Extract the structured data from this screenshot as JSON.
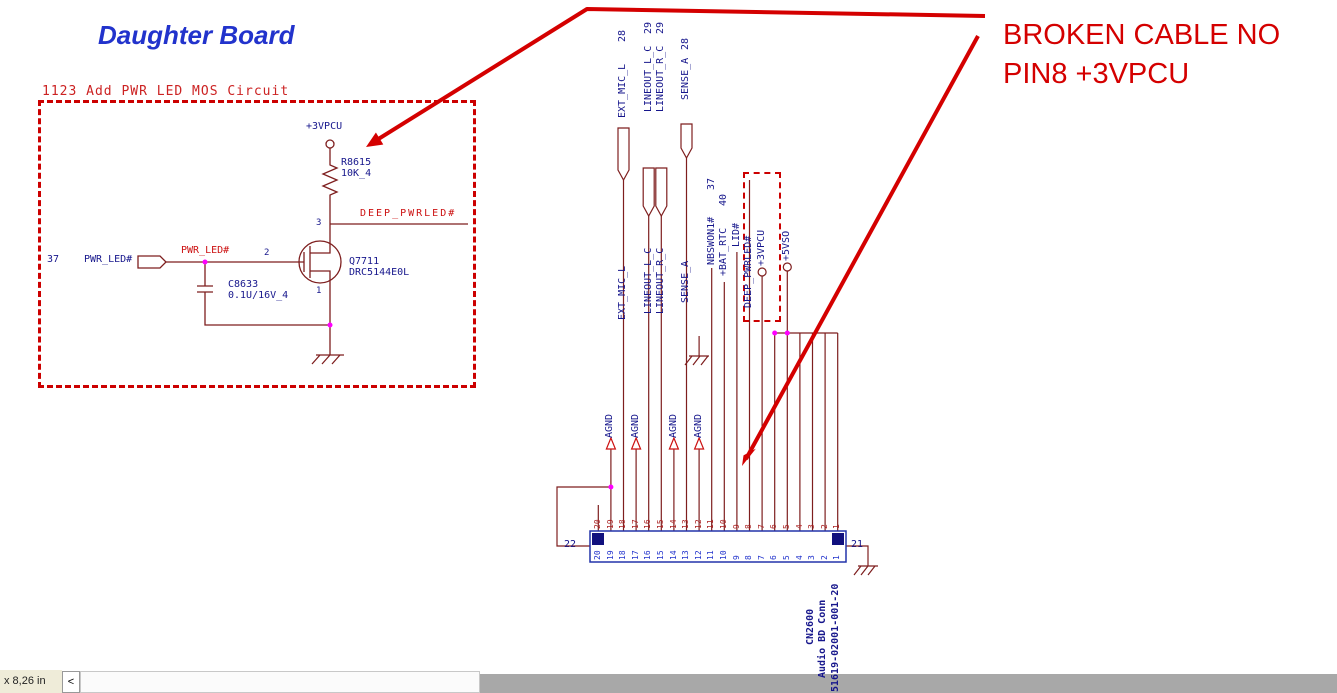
{
  "page": {
    "title_left": "Daughter Board",
    "note": "1123 Add PWR LED MOS Circuit",
    "callout": {
      "line1": "BROKEN CABLE NO",
      "line2": "PIN8 +3VPCU"
    }
  },
  "mos_circuit": {
    "power_net": "+3VPCU",
    "resistor": {
      "ref": "R8615",
      "value": "10K_4"
    },
    "transistor": {
      "ref": "Q7711",
      "part": "DRC5144E0L",
      "pin_gate": "2",
      "pin_drain": "3",
      "pin_source": "1"
    },
    "capacitor": {
      "ref": "C8633",
      "value": "0.1U/16V_4"
    },
    "input": {
      "sheet": "37",
      "name": "PWR_LED#"
    },
    "nets": {
      "pwr_led": "PWR_LED#",
      "deep_pwrled": "DEEP_PWRLED#"
    }
  },
  "harness": {
    "top_ports": [
      {
        "sheet": "28",
        "name": "EXT_MIC_L"
      },
      {
        "sheet": "29",
        "name": "LINEOUT_L_C"
      },
      {
        "sheet": "29",
        "name": "LINEOUT_R_C"
      },
      {
        "sheet": "28",
        "name": "SENSE_A"
      }
    ],
    "net_labels": [
      "EXT_MIC_L",
      "LINEOUT_L_C",
      "LINEOUT_R_C",
      "SENSE_A"
    ],
    "right_signals": [
      {
        "sheet": "37",
        "name": "NBSWON1#"
      },
      {
        "sheet": "40",
        "name": "+BAT_RTC"
      },
      {
        "sheet": "",
        "name": "LID#"
      }
    ],
    "highlight_net": "DEEP_PWRLED#",
    "power_nets": [
      "+3VPCU",
      "+5VSO"
    ],
    "agnd": [
      "AGND",
      "AGND",
      "AGND",
      "AGND"
    ]
  },
  "connector": {
    "pins_top": [
      "20",
      "19",
      "18",
      "17",
      "16",
      "15",
      "14",
      "13",
      "12",
      "11",
      "10",
      "9",
      "8",
      "7",
      "6",
      "5",
      "4",
      "3",
      "2",
      "1"
    ],
    "pins_body": [
      "20",
      "19",
      "18",
      "17",
      "16",
      "15",
      "14",
      "13",
      "12",
      "11",
      "10",
      "9",
      "8",
      "7",
      "6",
      "5",
      "4",
      "3",
      "2",
      "1"
    ],
    "shield_left": "22",
    "shield_right": "21",
    "ref": "CN2600",
    "name": "Audio BD Conn",
    "part": "51619-02001-001-20"
  },
  "statusbar": {
    "coords": "x 8,26 in",
    "scroll_left": "<"
  }
}
